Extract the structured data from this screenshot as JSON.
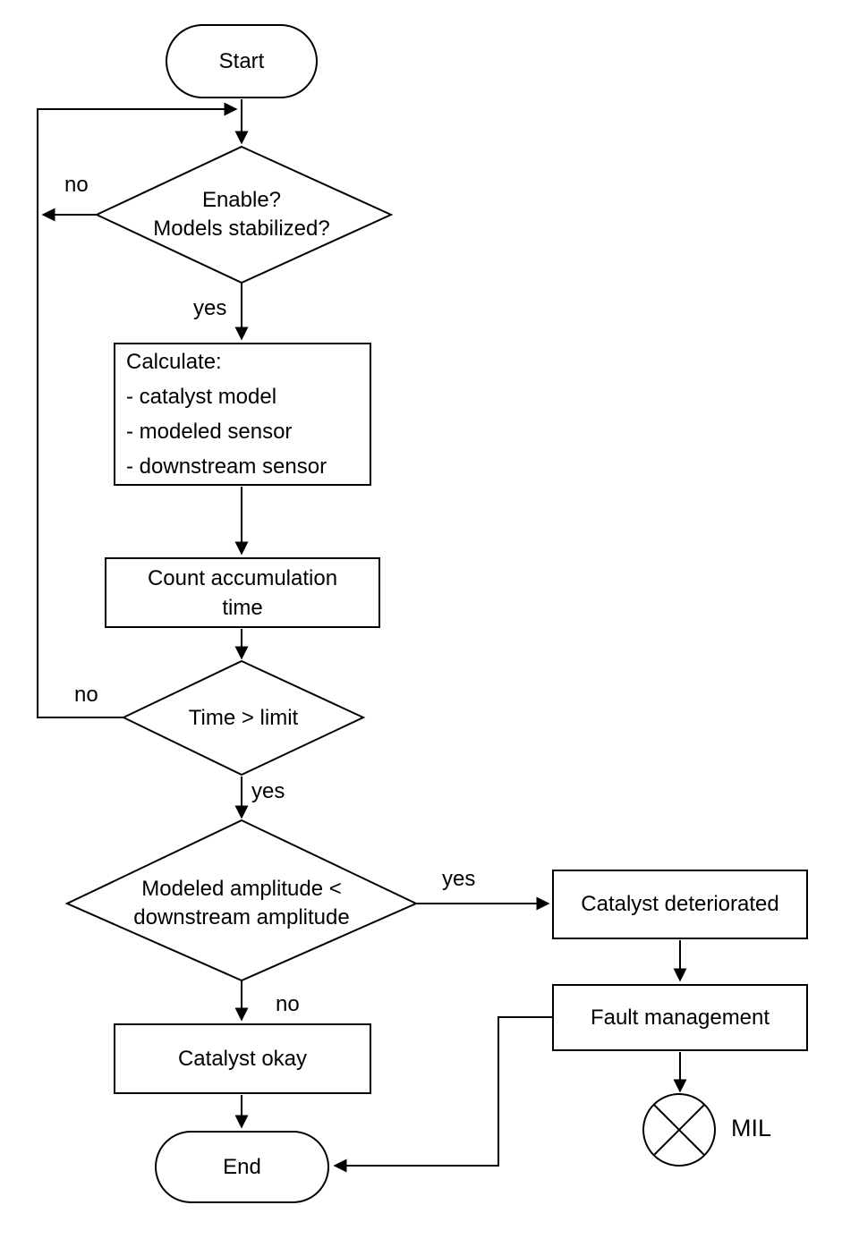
{
  "canvas": {
    "background": "#ffffff",
    "line_color": "#000000",
    "text_color": "#000000"
  },
  "nodes": {
    "start": {
      "label": "Start",
      "type": "terminal"
    },
    "enable_decision": {
      "label": "Enable?\nModels stabilized?",
      "type": "decision"
    },
    "calculate": {
      "label": "Calculate:\n- catalyst model\n- modeled sensor\n- downstream sensor",
      "type": "process"
    },
    "count_time": {
      "label": "Count accumulation\ntime",
      "type": "process"
    },
    "time_decision": {
      "label": "Time > limit",
      "type": "decision"
    },
    "amplitude_decision": {
      "label": "Modeled amplitude <\ndownstream amplitude",
      "type": "decision"
    },
    "catalyst_deteriorated": {
      "label": "Catalyst deteriorated",
      "type": "process"
    },
    "fault_management": {
      "label": "Fault management",
      "type": "process"
    },
    "catalyst_okay": {
      "label": "Catalyst okay",
      "type": "process"
    },
    "end": {
      "label": "End",
      "type": "terminal"
    },
    "mil": {
      "label": "MIL",
      "type": "indicator-lamp"
    }
  },
  "edge_labels": {
    "enable_no": "no",
    "enable_yes": "yes",
    "time_no": "no",
    "time_yes": "yes",
    "amplitude_yes": "yes",
    "amplitude_no": "no"
  }
}
